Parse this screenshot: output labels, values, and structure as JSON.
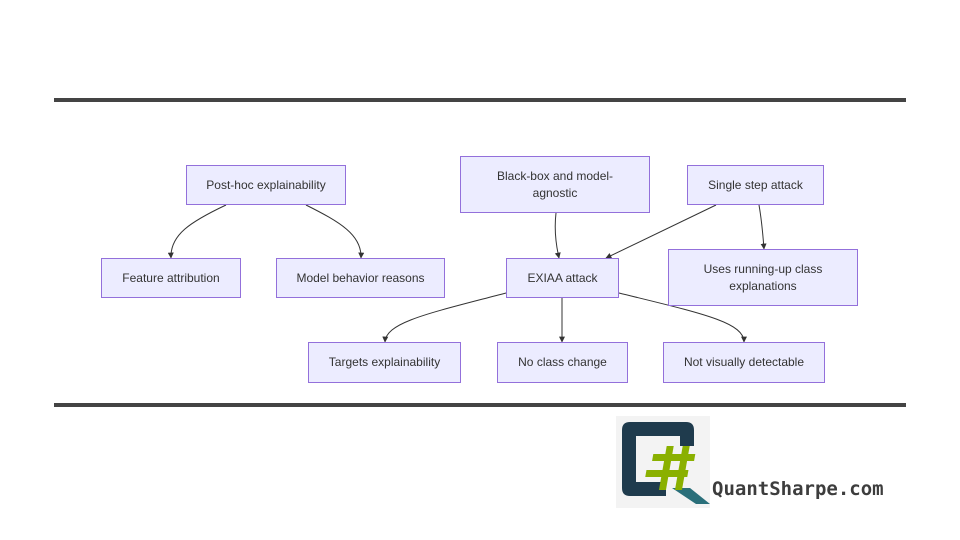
{
  "diagram": {
    "nodes": {
      "posthoc": "Post-hoc explainability",
      "feature": "Feature attribution",
      "model_behavior": "Model behavior reasons",
      "blackbox": "Black-box and model-agnostic",
      "single_step": "Single step attack",
      "exiaa": "EXIAA attack",
      "running_up": "Uses running-up class explanations",
      "targets": "Targets explainability",
      "no_class": "No class change",
      "not_visible": "Not visually detectable"
    },
    "edges": [
      [
        "posthoc",
        "feature"
      ],
      [
        "posthoc",
        "model_behavior"
      ],
      [
        "blackbox",
        "exiaa"
      ],
      [
        "single_step",
        "exiaa"
      ],
      [
        "single_step",
        "running_up"
      ],
      [
        "exiaa",
        "targets"
      ],
      [
        "exiaa",
        "no_class"
      ],
      [
        "exiaa",
        "not_visible"
      ]
    ],
    "colors": {
      "node_fill": "#ececff",
      "node_border": "#9370db",
      "edge": "#333333",
      "rule": "#444444"
    }
  },
  "branding": {
    "logo_icon": "quantsharpe-logo-icon",
    "text": "QuantSharpe.com",
    "colors": {
      "q": "#1f3b4d",
      "hash": "#8ab000",
      "teal": "#2a6f7a"
    }
  }
}
